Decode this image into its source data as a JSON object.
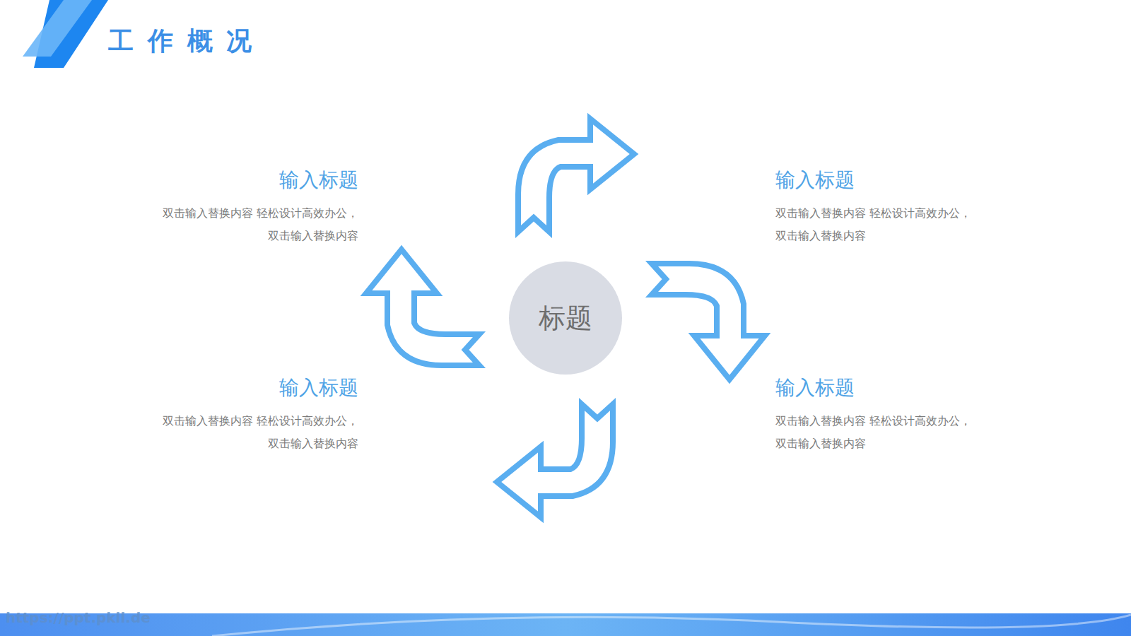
{
  "diagram": {
    "title": "工作概况",
    "nodes": [
      {
        "text": [
          "标题"
        ]
      }
    ],
    "labels": [
      "输入标题",
      "双击输入替换内容 轻松设计高效办公， 双击输入替换内容",
      "输入标题",
      "双击输入替换内容 轻松设计高效办公， 双击输入替换内容",
      "输入标题",
      "双击输入替换内容 轻松设计高效办公， 双击输入替换内容",
      "输入标题",
      "双击输入替换内容 轻松设计高效办公， 双击输入替换内容",
      "https://ppt.pkll.de"
    ]
  }
}
